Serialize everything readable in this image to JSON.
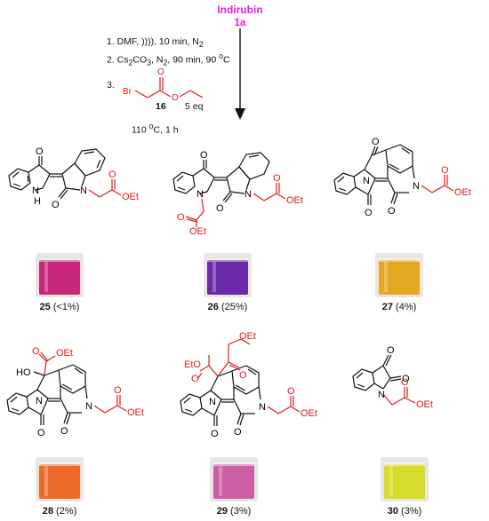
{
  "start": {
    "name": "Indirubin",
    "id": "1a"
  },
  "conditions": {
    "step1": "1. DMF, )))), 10 min, N",
    "step1_sub": "2",
    "step2_pre": "2. Cs",
    "step2_sub1": "2",
    "step2_mid": "CO",
    "step2_sub2": "3",
    "step2_post": ", N",
    "step2_sub3": "2",
    "step2_end": ", 90 min, 90 ",
    "step2_deg": "o",
    "step2_unit": "C",
    "step3_num": "3.",
    "reagent_id": "16",
    "reagent_eq": "5 eq",
    "temp_pre": "110 ",
    "temp_deg": "o",
    "temp_post": "C, 1 h"
  },
  "atoms": {
    "O": "O",
    "N": "N",
    "NH": "H",
    "Br": "Br",
    "OEt": "OEt",
    "HO": "HO",
    "EtO": "EtO"
  },
  "products": [
    {
      "id": "25",
      "yield": " (<1%)",
      "color": "#c8287a"
    },
    {
      "id": "26",
      "yield": " (25%)",
      "color": "#6a2aa8"
    },
    {
      "id": "27",
      "yield": " (4%)",
      "color": "#e3a820"
    },
    {
      "id": "28",
      "yield": " (2%)",
      "color": "#ee6a2a"
    },
    {
      "id": "29",
      "yield": " (3%)",
      "color": "#cc5fa6"
    },
    {
      "id": "30",
      "yield": " (3%)",
      "color": "#d6dc2a"
    }
  ],
  "colors": {
    "magenta": "#e61ee0",
    "red": "#e11a1a",
    "black": "#111111"
  }
}
